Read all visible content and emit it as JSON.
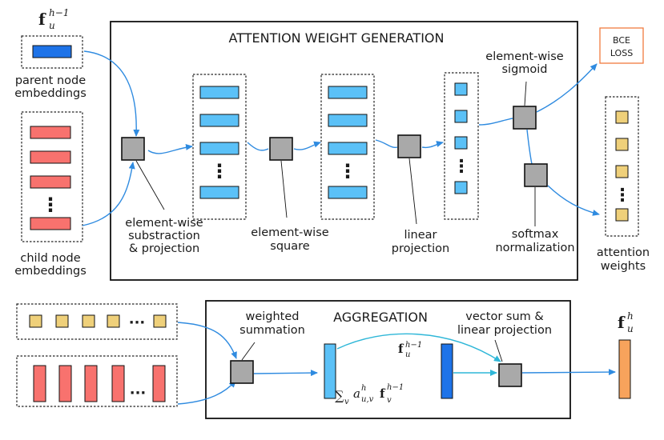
{
  "colors": {
    "blue_dark": "#1e73e8",
    "blue_light": "#5bc1f7",
    "red": "#f8726e",
    "yellow": "#efd07a",
    "orange": "#f7a35c",
    "gray": "#a9a9a9",
    "arrow": "#2f8be0",
    "arrow_teal": "#2fb7d8",
    "bce_border": "#f07b3f"
  },
  "attention": {
    "title": "ATTENTION WEIGHT GENERATION",
    "subtraction_label": [
      "element-wise",
      "substraction",
      "& projection"
    ],
    "square_label": [
      "element-wise",
      "square"
    ],
    "linear_label": [
      "linear",
      "projection"
    ],
    "sigmoid_label": [
      "element-wise",
      "sigmoid"
    ],
    "softmax_label": [
      "softmax",
      "normalization"
    ]
  },
  "inputs": {
    "parent_math": "f",
    "parent_sub": "u",
    "parent_sup": "h−1",
    "parent_label": [
      "parent node",
      "embeddings"
    ],
    "child_label": [
      "child node",
      "embeddings"
    ]
  },
  "outputs": {
    "bce": [
      "BCE",
      "LOSS"
    ],
    "attention_weights_label": [
      "attention",
      "weights"
    ]
  },
  "aggregation": {
    "title": "AGGREGATION",
    "weighted_label": [
      "weighted",
      "summation"
    ],
    "vector_sum_label": [
      "vector sum &",
      "linear projection"
    ],
    "sum_formula": {
      "sigma": "∑",
      "index": "v",
      "a": "a",
      "a_sup": "h",
      "a_sub": "u,v",
      "f": "f",
      "f_sup": "h−1",
      "f_sub": "v"
    },
    "mid_math": {
      "f": "f",
      "sub": "u",
      "sup": "h−1"
    },
    "out_math": {
      "f": "f",
      "sub": "u",
      "sup": "h"
    }
  },
  "dots": "⋮",
  "hdots": "···"
}
